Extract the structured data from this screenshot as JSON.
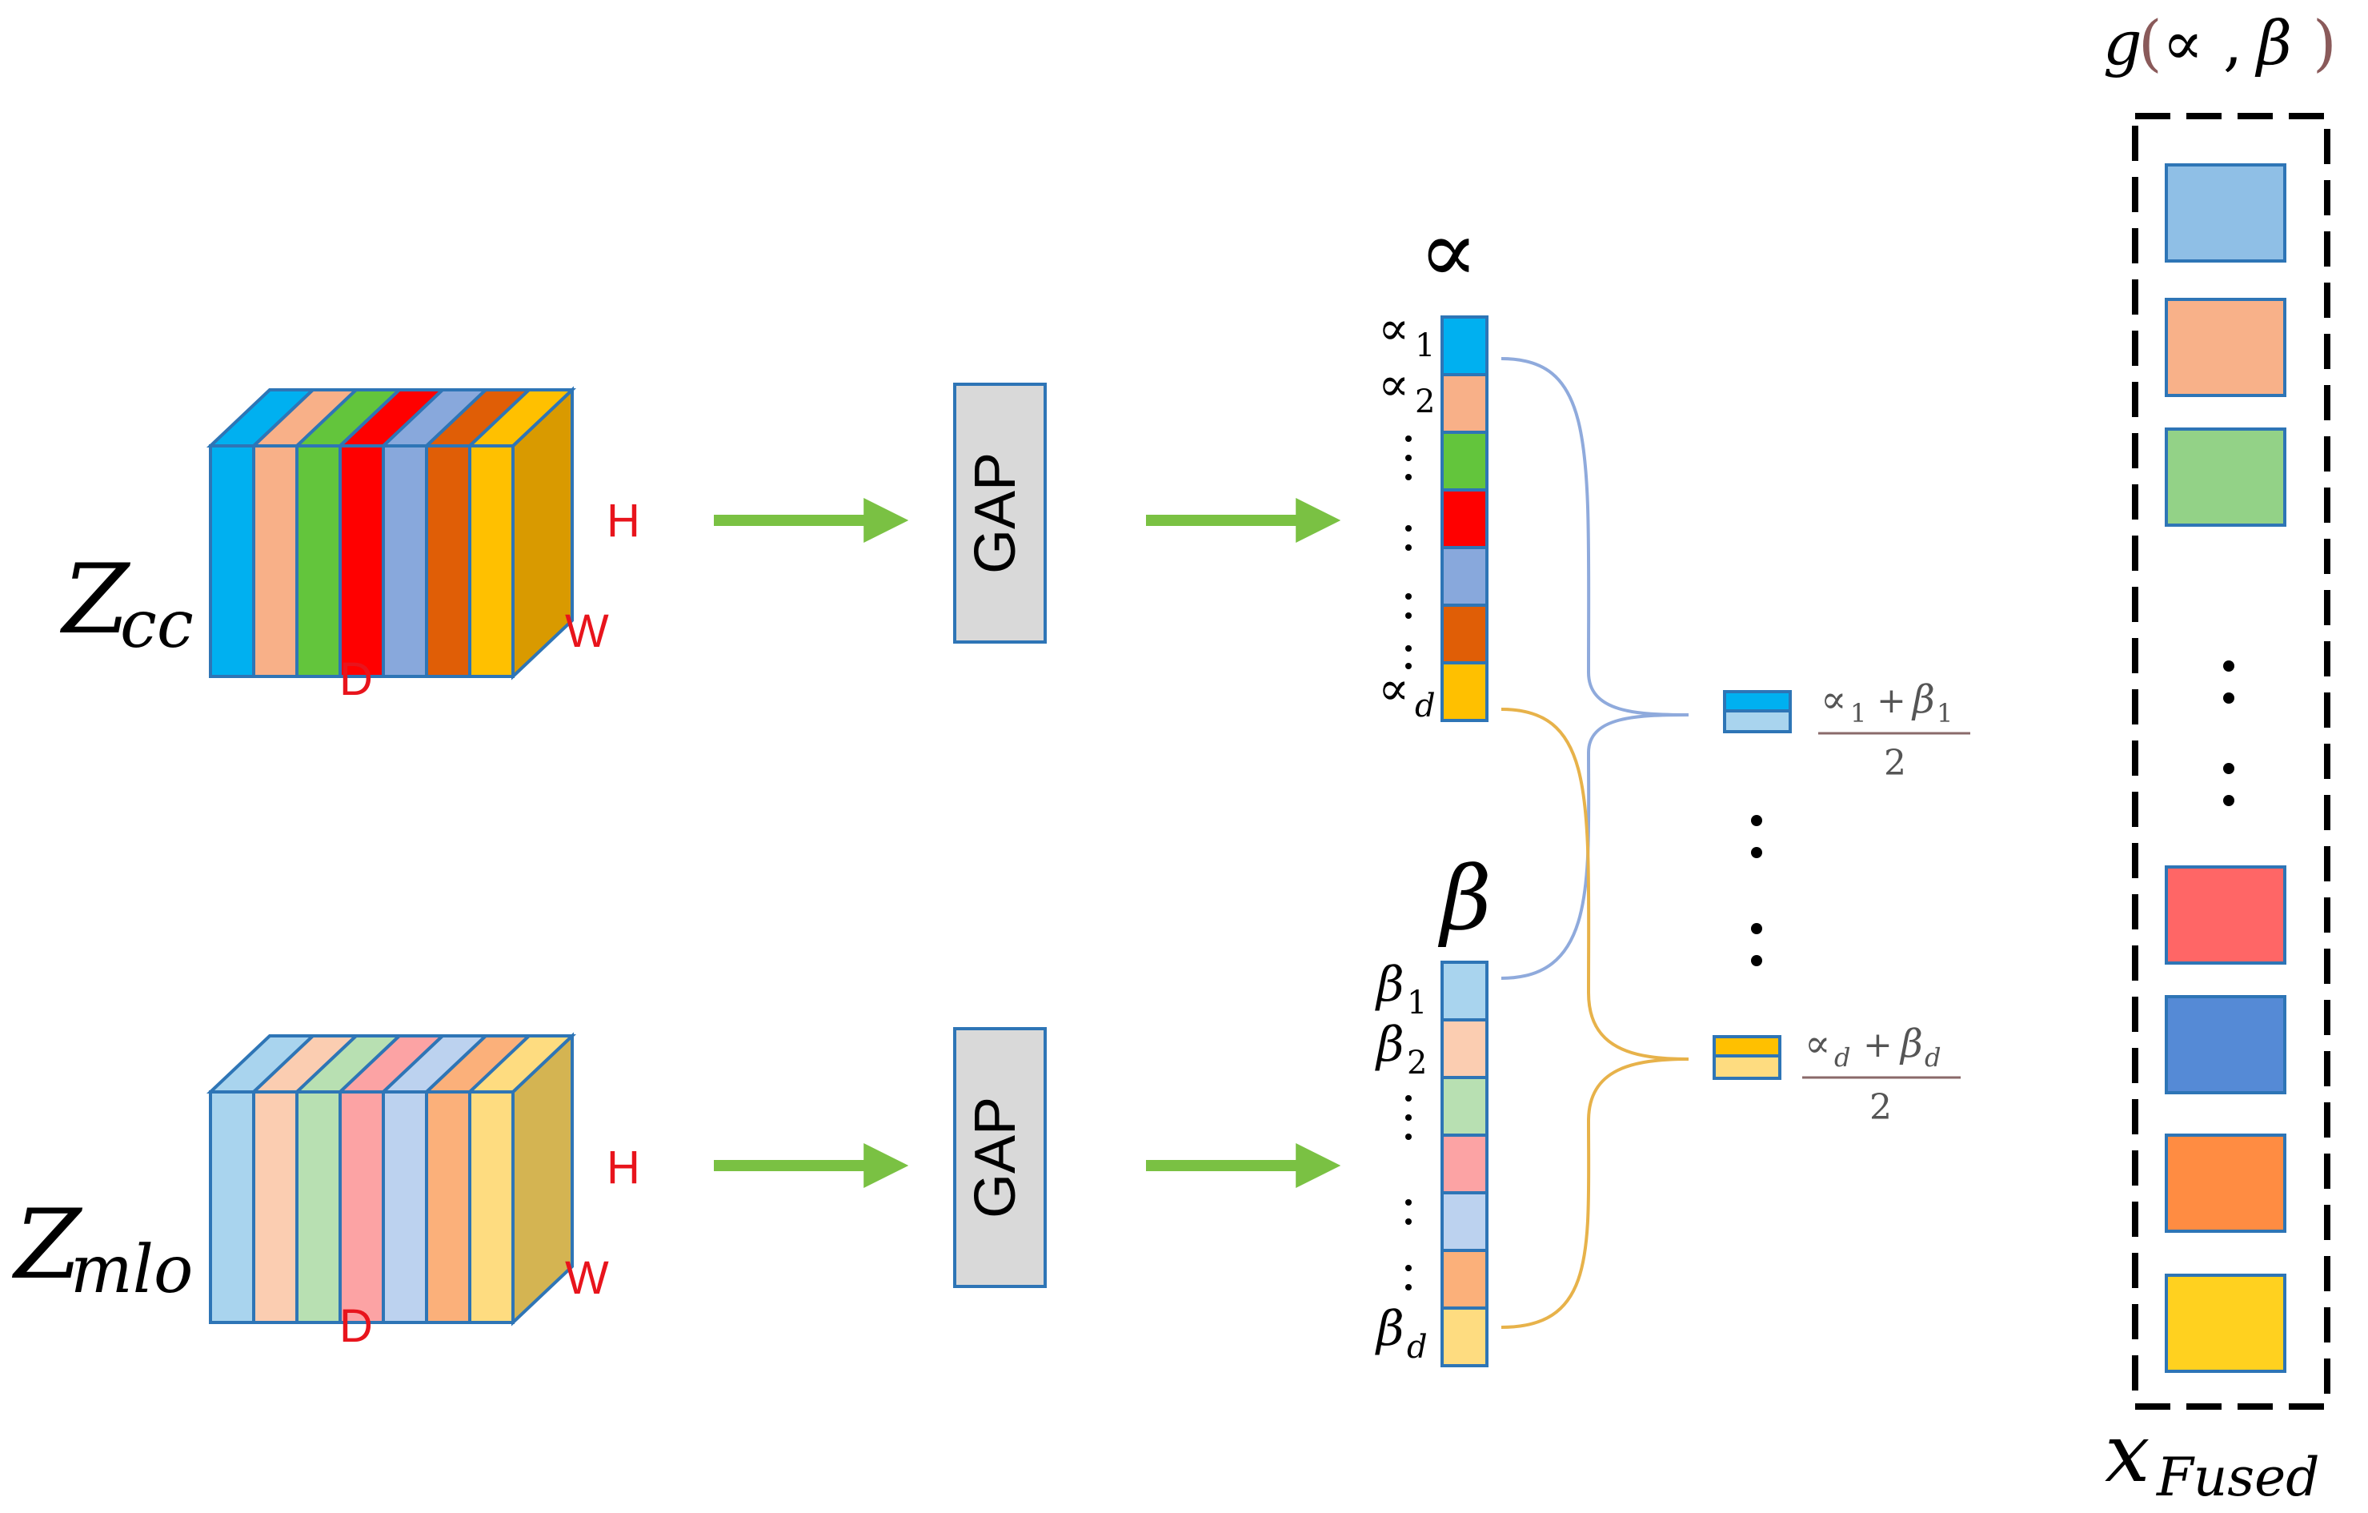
{
  "colors": {
    "cc": [
      "#00b0f0",
      "#f8b088",
      "#63c53c",
      "#ff0000",
      "#88a8dc",
      "#e05e06",
      "#ffc000"
    ],
    "mlo": [
      "#a9d4ee",
      "#fbcdb1",
      "#b8e0b2",
      "#fca3a4",
      "#bcd2ef",
      "#fbb07a",
      "#fedc80"
    ],
    "cc_side": "#d99a00",
    "mlo_side": "#d4b452",
    "fused": [
      "#8fbfe6",
      "#f8b189",
      "#93d287",
      "#ff6666",
      "#558ad6",
      "#ff8c42",
      "#ffd11f"
    ],
    "stroke": "#2e75b6",
    "arrow": "#7ac143",
    "brace_alpha": "#8faadc",
    "brace_beta": "#e7b24a",
    "gap_fill": "#d9d9d9"
  },
  "inputs": {
    "cc": {
      "label_base": "Z",
      "label_sub": "cc",
      "dim_h": "H",
      "dim_w": "W",
      "dim_d": "D"
    },
    "mlo": {
      "label_base": "Z",
      "label_sub": "mlo",
      "dim_h": "H",
      "dim_w": "W",
      "dim_d": "D"
    }
  },
  "gap_label": "GAP",
  "alpha": {
    "title": "∝",
    "sym": "∝",
    "sub_first": "1",
    "sub_second": "2",
    "sub_last": "d"
  },
  "beta": {
    "title": "β",
    "sym": "β",
    "sub_first": "1",
    "sub_second": "2",
    "sub_last": "d"
  },
  "averages": {
    "first": {
      "num_a": "∝",
      "sub_a": "1",
      "plus": "+",
      "num_b": "β",
      "sub_b": "1",
      "den": "2"
    },
    "last": {
      "num_a": "∝",
      "sub_a": "d",
      "plus": "+",
      "num_b": "β",
      "sub_b": "d",
      "den": "2"
    }
  },
  "fused": {
    "top_label": {
      "fn": "g",
      "open": "(",
      "a": "∝",
      "comma": ",",
      "b": "β",
      "close": ")"
    },
    "bottom_label": {
      "base": "x",
      "sub": "Fused"
    }
  }
}
